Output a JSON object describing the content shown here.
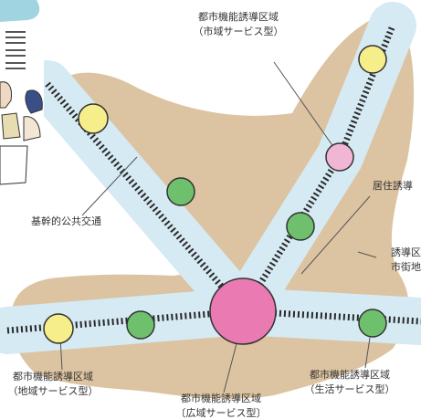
{
  "colors": {
    "urban_area": "#dcc3a1",
    "corridor": "#d5eaf3",
    "corridor_edge": "#ffffff",
    "rail": "#2a2a2a",
    "wide_hub": "#ea7ab2",
    "city_hub": "#f1b6d3",
    "regional_hub": "#f6ee8a",
    "living_hub": "#6fc06c",
    "node_stroke": "#333333"
  },
  "icons": [
    "people-illustration-icon"
  ],
  "labels": {
    "city_hub": [
      "都市機能誘導区域",
      "（市域サービス型）"
    ],
    "residential_area": "居住誘導",
    "trunk_transit": "基幹的公共交通",
    "urban_zone": [
      "誘導区",
      "市街地"
    ],
    "regional_hub": [
      "都市機能誘導区域",
      "（地域サービス型）"
    ],
    "wide_hub": [
      "都市機能誘導区域",
      "〔広域サービス型〕"
    ],
    "living_hub": [
      "都市機能誘導区域",
      "（生活サービス型）"
    ]
  }
}
